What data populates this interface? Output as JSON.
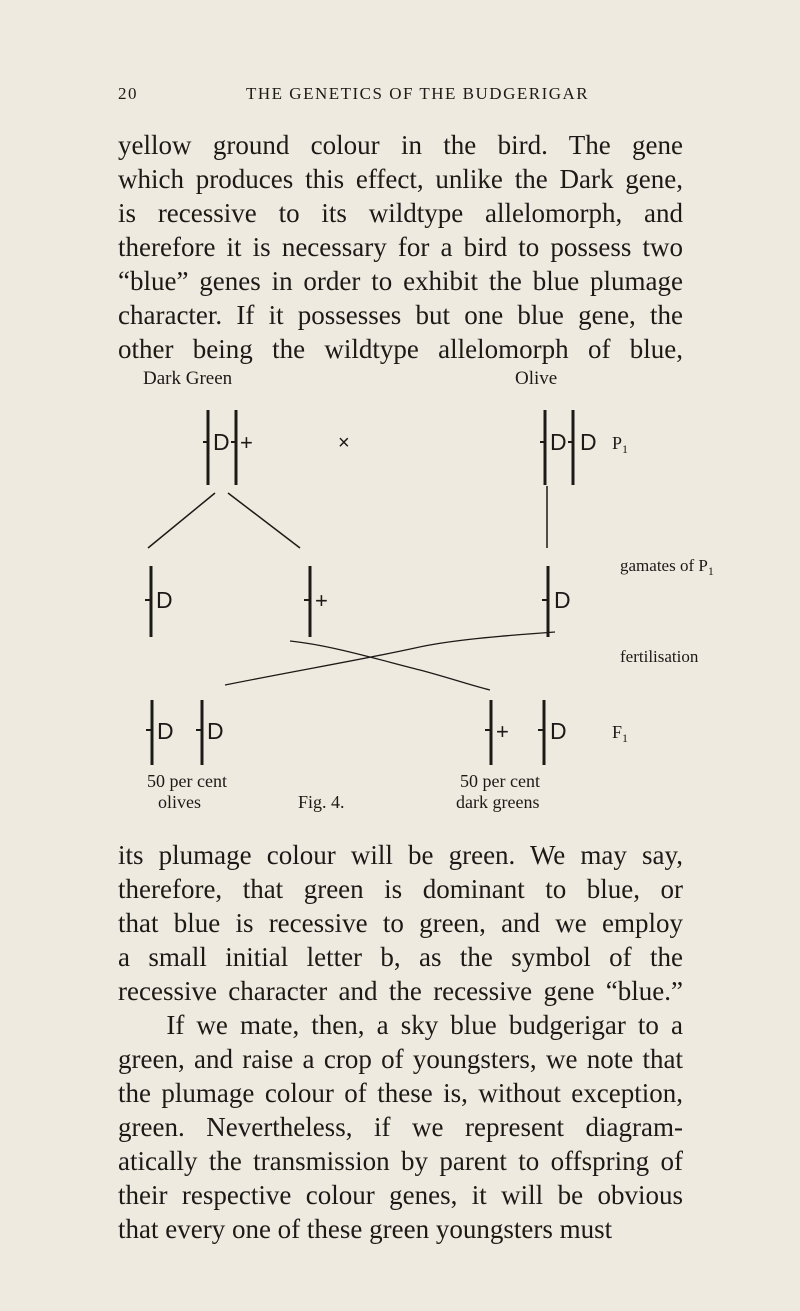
{
  "header": {
    "page_number": "20",
    "running_title": "THE GENETICS OF THE BUDGERIGAR"
  },
  "top_lines": [
    "yellow ground colour in the bird. The gene",
    "which produces this effect, unlike the Dark gene,",
    "is recessive to its wildtype allelomorph, and",
    "therefore it is necessary for a bird to possess two",
    "“blue” genes in order to exhibit the blue plumage",
    "character. If it possesses but one blue gene, the",
    "other being the wildtype allelomorph of blue,"
  ],
  "figure": {
    "parent_left_label": "Dark Green",
    "parent_right_label": "Olive",
    "cross_symbol": "×",
    "gene_d": "D",
    "gene_plus": "+",
    "gen_p1": "P",
    "gen_p1_sub": "1",
    "gamates_label": "gamates of P",
    "gamates_sub": "1",
    "fertilisation_label": "fertilisation",
    "gen_f1": "F",
    "gen_f1_sub": "1",
    "left_result_pct": "50 per cent",
    "left_result_name": "olives",
    "right_result_pct": "50 per cent",
    "right_result_name": "dark greens",
    "caption": "Fig. 4."
  },
  "bottom_lines": [
    "its plumage colour will be green. We may say,",
    "therefore, that green is dominant to blue, or",
    "that blue is recessive to green, and we employ",
    "a small initial letter b, as the symbol of the",
    "recessive character and the recessive gene “blue.”",
    "    If we mate, then, a sky blue budgerigar to a",
    "green, and raise a crop of youngsters, we note that",
    "the plumage colour of these is, without exception,",
    "green. Nevertheless, if we represent diagram-",
    "atically the transmission by parent to offspring of",
    "their respective colour genes, it will be obvious",
    "that every one of these green youngsters must"
  ]
}
